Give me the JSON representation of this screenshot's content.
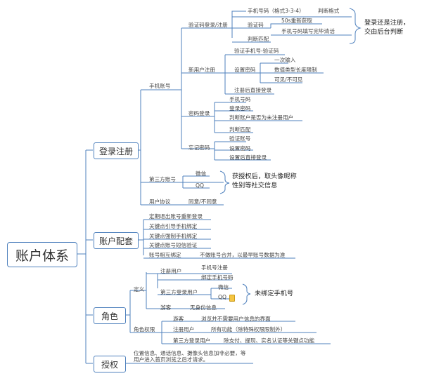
{
  "root": "账户体系",
  "branches": {
    "login": "登录注册",
    "account": "账户配套",
    "role": "角色",
    "auth": "授权"
  },
  "login": {
    "phone": "手机账号",
    "code": {
      "label": "验证码登录/注册",
      "phone_format": "手机号码（格式3-3-4）",
      "judge_format": "判断格式",
      "verify": "验证码",
      "resend": "50s重新获取",
      "clear": "手机号码填写完毕清活",
      "judge_match": "判断匹配",
      "note": [
        "登录还是注册，",
        "交由后台判断"
      ]
    },
    "newuser": {
      "label": "新用户注册",
      "verify_phone": "验证手机号-验证码",
      "set_pwd": "设置密码",
      "once": "一次输入",
      "len": "数值类型长度限制",
      "visible": "可见/不可见",
      "after": "注册后直接登录"
    },
    "pwdlogin": {
      "label": "密码登录",
      "phone": "手机号码",
      "pwd": "登录密码",
      "judge": "判断账户是否为未注册用户",
      "match": "判断匹配"
    },
    "forgot": {
      "label": "忘记密码",
      "verify": "验证账号",
      "set": "设置密码",
      "after": "设置后直接登录"
    },
    "third": {
      "label": "第三方账号",
      "wechat": "微信",
      "qq": "QQ",
      "note": [
        "获授权后，取头像昵称",
        "性别等社交信息"
      ]
    },
    "agreement": {
      "label": "用户协议",
      "value": "同意/不同意"
    }
  },
  "account": {
    "items": [
      "定期退出账号重新登录",
      "关键点引导手机绑定",
      "关键点强制手机绑定",
      "关键点账号短信验证"
    ],
    "bind": {
      "label": "账号相互绑定",
      "note": "不做账号合并，以最早账号数据为准"
    }
  },
  "role": {
    "define": {
      "label": "定义",
      "reg": "注册用户",
      "reg_phone": "手机号注册",
      "reg_bind": "绑定手机号码",
      "third": "第三方登录用户",
      "wechat": "微信",
      "qq": "QQ",
      "third_note": "未绑定手机号",
      "guest": "游客",
      "guest_note": "无身份信息"
    },
    "perm": {
      "label": "角色权限",
      "guest": "游客",
      "guest_note": "浏览并不需要用户信息的界面",
      "reg": "注册用户",
      "reg_note": "所有功能（除特殊权限限制外）",
      "third": "第三方登录用户",
      "third_note": "除支付、提现、实名认证等关键点功能"
    }
  },
  "auth": {
    "lines": [
      "位置信息、通话信息、摄像头信息加非必要，等",
      "用户进入首页浏览之后才请求。"
    ]
  }
}
